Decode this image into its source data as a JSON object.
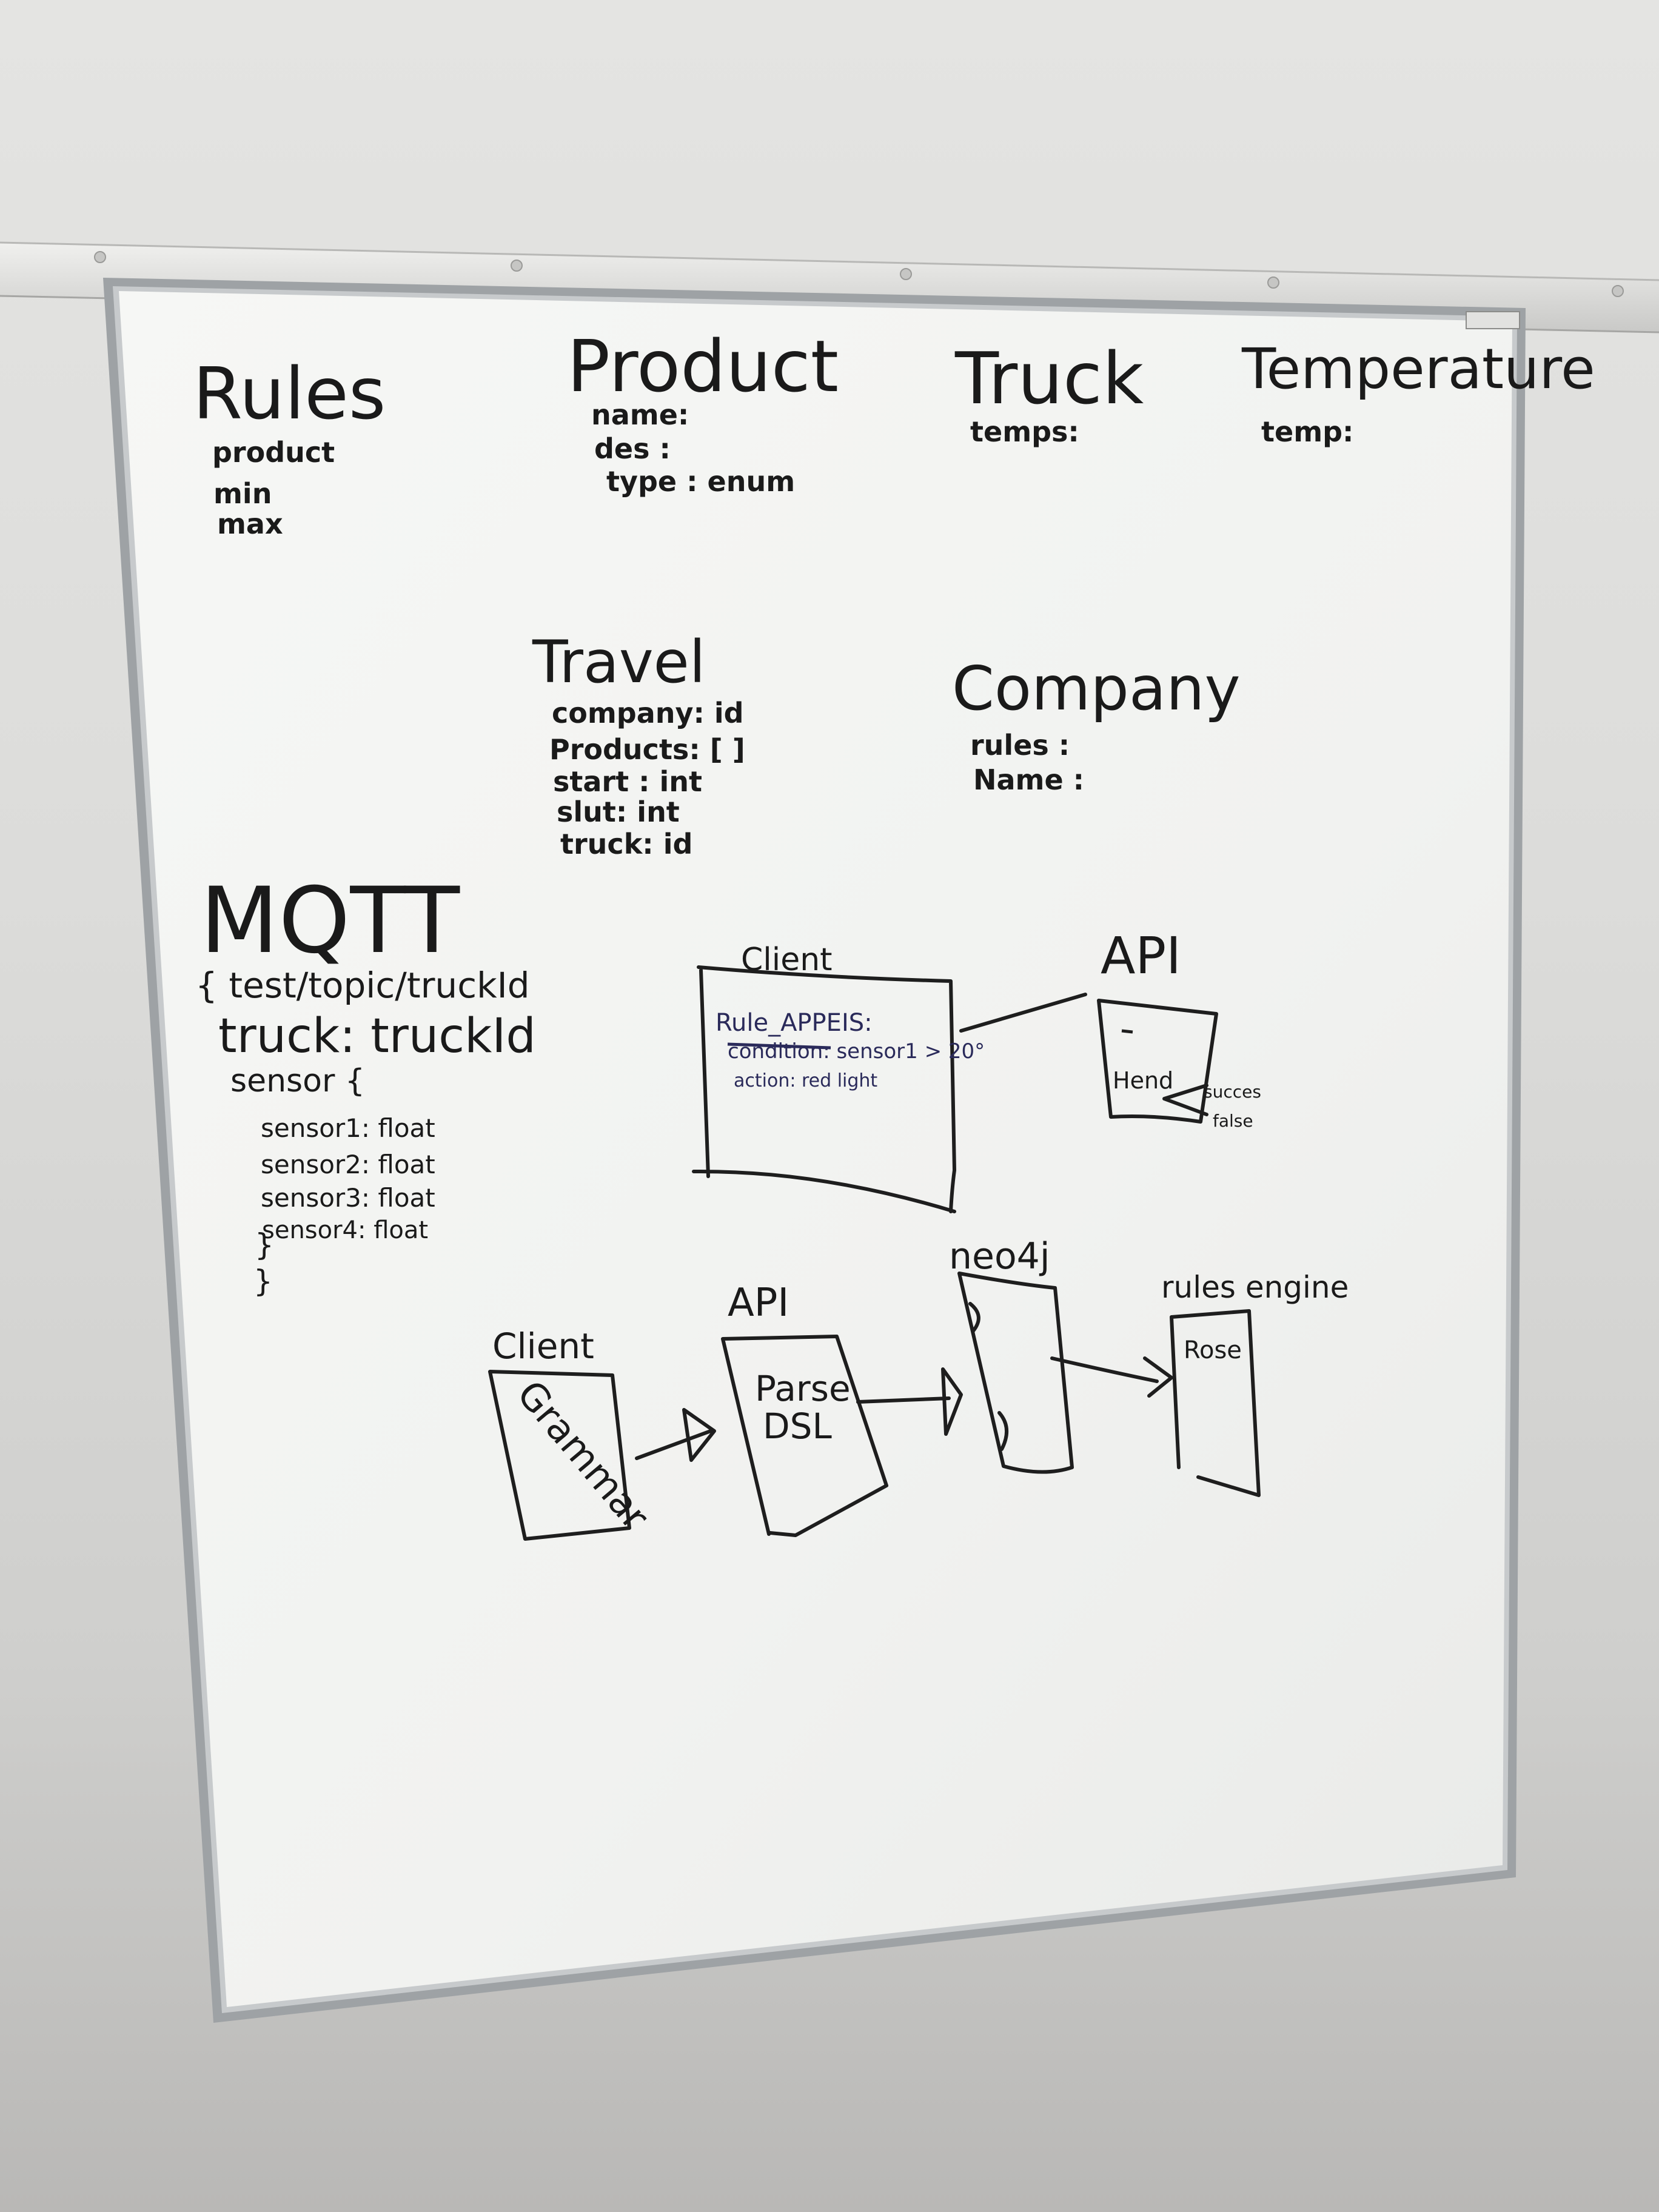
{
  "colors": {
    "wall": "#dddcda",
    "board": "#f4f5f3",
    "frame": "#a9adb0",
    "ink": "#1a1a1a",
    "blue_ink": "#2a2a5a"
  },
  "board": {
    "brand_tag": "",
    "entities": {
      "rules": {
        "title": "Rules",
        "fields": [
          "product",
          "min",
          "max"
        ]
      },
      "product": {
        "title": "Product",
        "fields": [
          "name:",
          "des :",
          "type : enum"
        ]
      },
      "truck": {
        "title": "Truck",
        "fields": [
          "temps:"
        ]
      },
      "temperature": {
        "title": "Temperature",
        "fields": [
          "temp:"
        ]
      },
      "travel": {
        "title": "Travel",
        "fields": [
          "company: id",
          "Products: [ ]",
          "start : int",
          "slut: int",
          "truck: id"
        ]
      },
      "company": {
        "title": "Company",
        "fields": [
          "rules :",
          "Name :"
        ]
      }
    },
    "mqtt": {
      "title": "MQTT",
      "lines": [
        "{ test/topic/truckId",
        "truck: truckId",
        "sensor {",
        "sensor1: float",
        "sensor2: float",
        "sensor3: float",
        "sensor4: float",
        "}",
        "}"
      ]
    },
    "client_sketch": {
      "label": "Client",
      "lines": [
        "Rule_APPEIS:",
        "condition: sensor1 > 20°",
        "action: red light"
      ]
    },
    "api_sketch": {
      "label": "API",
      "inner": "Hend",
      "outputs": [
        "succes",
        "false"
      ]
    },
    "pipeline": {
      "client": {
        "label": "Client",
        "inner": "Grammar"
      },
      "api": {
        "label": "API",
        "inner_lines": [
          "Parse",
          "DSL"
        ]
      },
      "neo4j": {
        "label": "neo4j"
      },
      "rules_engine": {
        "label": "rules engine",
        "inner": "Rose"
      }
    }
  }
}
